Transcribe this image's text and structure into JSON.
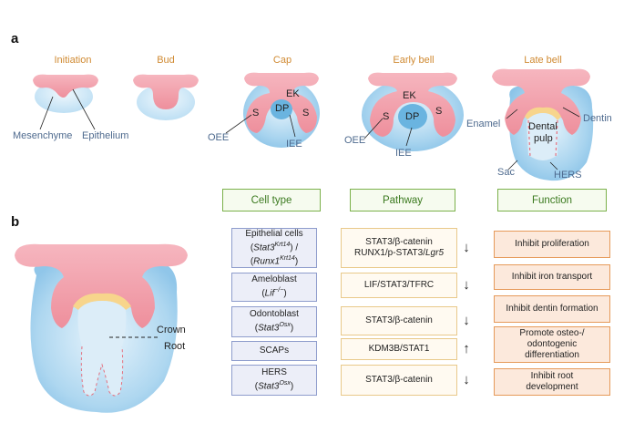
{
  "panel_a": {
    "letter": "a",
    "stages": [
      "Initiation",
      "Bud",
      "Cap",
      "Early bell",
      "Late bell"
    ],
    "labels": {
      "mesenchyme": "Mesenchyme",
      "epithelium": "Epithelium",
      "ek_cap": "EK",
      "dp_cap": "DP",
      "s_cap_left": "S",
      "s_cap_right": "S",
      "oee_cap": "OEE",
      "iee_cap": "IEE",
      "ek_bell": "EK",
      "dp_bell": "DP",
      "s_bell_left": "S",
      "s_bell_right": "S",
      "oee_bell": "OEE",
      "iee_bell": "IEE",
      "enamel": "Enamel",
      "dentin": "Dentin",
      "dental_pulp_1": "Dental",
      "dental_pulp_2": "pulp",
      "sac": "Sac",
      "hers": "HERS"
    }
  },
  "panel_b": {
    "letter": "b",
    "crown": "Crown",
    "root": "Root",
    "headers": {
      "cell_type": "Cell type",
      "pathway": "Pathway",
      "function": "Function"
    },
    "rows": [
      {
        "cell_lines": [
          {
            "t": "Epithelial cells"
          },
          {
            "pre": "(",
            "it": "Stat3",
            "sup": "Krt14",
            "post": ") /"
          },
          {
            "pre": "(",
            "it": "Runx1",
            "sup": "Krt14",
            "post": ")"
          }
        ],
        "pathway_lines": [
          {
            "t": "STAT3/β-catenin"
          },
          {
            "t": "RUNX1/p-STAT3/",
            "it": "Lgr5"
          }
        ],
        "arrow": "↓",
        "function_lines": [
          "Inhibit proliferation"
        ]
      },
      {
        "cell_lines": [
          {
            "t": "Ameloblast"
          },
          {
            "pre": "(",
            "it": "Lif",
            "sup": "−/−",
            "post": ")"
          }
        ],
        "pathway_lines": [
          {
            "t": "LIF/STAT3/TFRC"
          }
        ],
        "arrow": "↓",
        "function_lines": [
          "Inhibit iron transport"
        ]
      },
      {
        "cell_lines": [
          {
            "t": "Odontoblast"
          },
          {
            "pre": "(",
            "it": "Stat3",
            "sup": "Osx",
            "post": ")"
          }
        ],
        "pathway_lines": [
          {
            "t": "STAT3/β-catenin"
          }
        ],
        "arrow": "↓",
        "function_lines": [
          "Inhibit dentin formation"
        ]
      },
      {
        "cell_lines": [
          {
            "t": "SCAPs"
          }
        ],
        "pathway_lines": [
          {
            "t": "KDM3B/STAT1"
          }
        ],
        "arrow": "↑",
        "function_lines": [
          "Promote osteo-/",
          "odontogenic",
          "differentiation"
        ]
      },
      {
        "cell_lines": [
          {
            "t": "HERS"
          },
          {
            "pre": "(",
            "it": "Stat3",
            "sup": "Osx",
            "post": ")"
          }
        ],
        "pathway_lines": [
          {
            "t": "STAT3/β-catenin"
          }
        ],
        "arrow": "↓",
        "function_lines": [
          "Inhibit root",
          "development"
        ]
      }
    ]
  },
  "colors": {
    "epithelium_pink": "#f2a0ab",
    "mesenchyme_blue": "#a8d4ef",
    "pulp_blue": "#cfe7f7",
    "enamel_yellow": "#f7d58c",
    "stage_label_orange": "#d08a32",
    "label_blue": "#4e6a8e",
    "header_green": "#7bb04a",
    "cell_border": "#8e9ccc",
    "pathway_border": "#e9c98a",
    "function_border": "#e69a5a"
  }
}
